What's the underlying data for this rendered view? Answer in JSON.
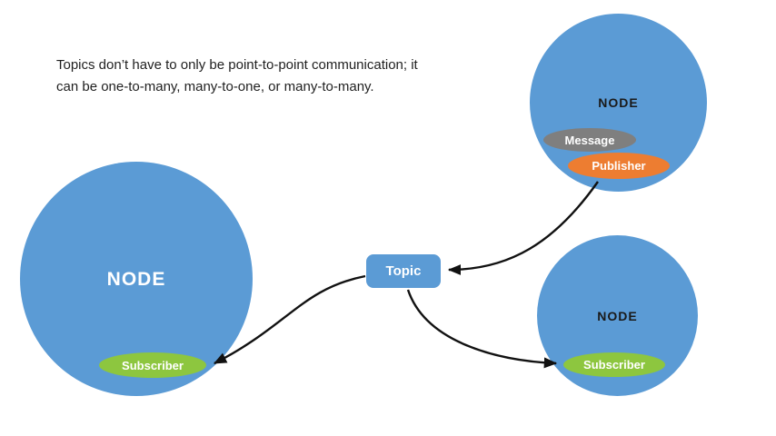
{
  "caption": {
    "line1": "Topics don’t have to only be point-to-point communication; it",
    "line2": "can be one-to-many, many-to-one, or many-to-many."
  },
  "topic_box": {
    "label": "Topic"
  },
  "nodes": {
    "left": {
      "label": "NODE",
      "subscriber": "Subscriber"
    },
    "top_right": {
      "label": "NODE",
      "message": "Message",
      "publisher": "Publisher"
    },
    "bottom_right": {
      "label": "NODE",
      "subscriber": "Subscriber"
    }
  },
  "colors": {
    "node_fill": "#5B9BD5",
    "subscriber_fill": "#8DC63F",
    "publisher_fill": "#ED7D31",
    "message_fill": "#7F7F7F",
    "topic_fill": "#5B9BD5",
    "arrow": "#111111",
    "background": "#FFFFFF"
  }
}
